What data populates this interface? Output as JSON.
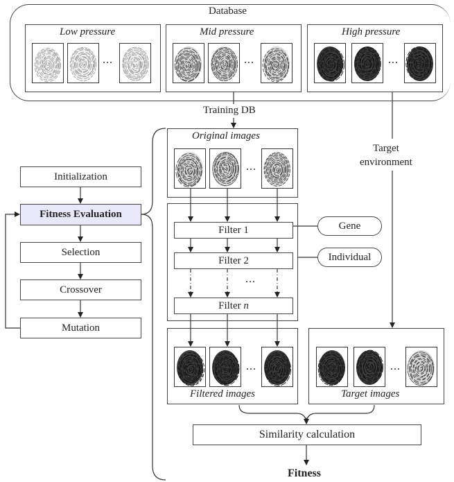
{
  "database": {
    "title": "Database",
    "groups": [
      {
        "label": "Low pressure",
        "shade": "light"
      },
      {
        "label": "Mid pressure",
        "shade": "mid"
      },
      {
        "label": "High pressure",
        "shade": "dark"
      }
    ],
    "ellipsis": "..."
  },
  "training_db_label": "Training DB",
  "target_environment_label": "Target\nenvironment",
  "ga_steps": {
    "initialization": "Initialization",
    "fitness_evaluation": "Fitness Evaluation",
    "selection": "Selection",
    "crossover": "Crossover",
    "mutation": "Mutation"
  },
  "original_images_label": "Original images",
  "filters": {
    "filter1": "Filter 1",
    "filter2": "Filter 2",
    "filtern_prefix": "Filter ",
    "filtern_var": "n",
    "ellipsis": "..."
  },
  "callouts": {
    "gene": "Gene",
    "individual": "Individual"
  },
  "filtered_images_label": "Filtered images",
  "target_images_label": "Target images",
  "similarity_label": "Similarity calculation",
  "fitness_label": "Fitness",
  "colors": {
    "highlight_fill": "#e8e8f8",
    "line": "#333333"
  }
}
